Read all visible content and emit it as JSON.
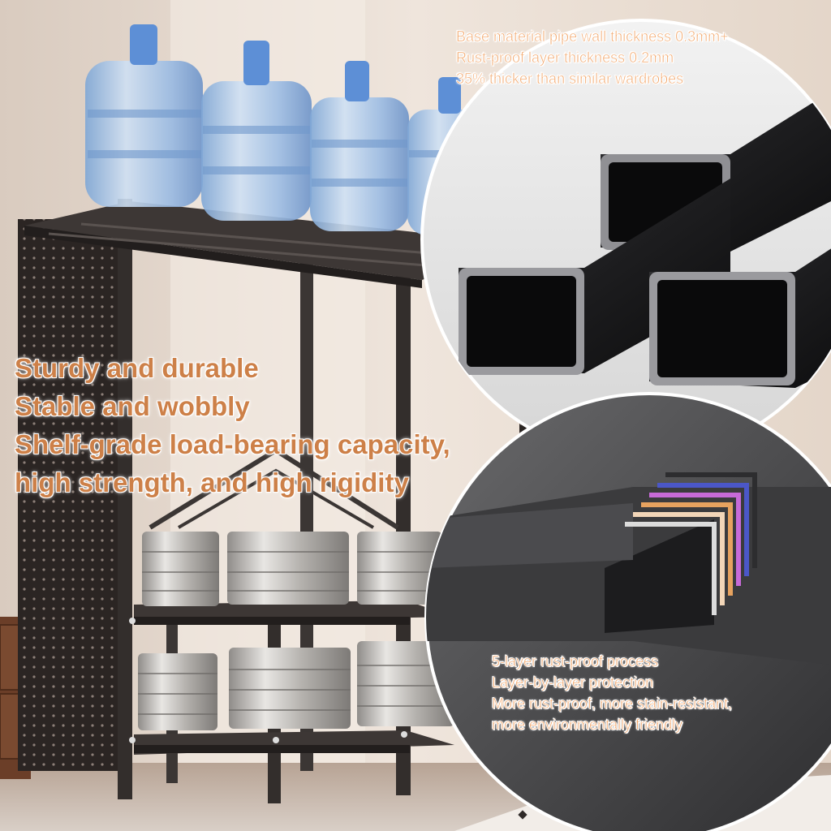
{
  "captions": {
    "top": [
      "Base material pipe wall thickness 0.3mm+",
      "Rust-proof layer thickness 0.2mm",
      "35% thicker than similar wardrobes"
    ],
    "left": [
      "Sturdy and durable",
      "Stable and wobbly",
      "Shelf-grade load-bearing capacity,",
      "high strength, and high rigidity"
    ],
    "bottom": [
      "5-layer rust-proof process",
      "Layer-by-layer protection",
      "More rust-proof, more stain-resistant,",
      "more environmentally friendly"
    ]
  },
  "colors": {
    "caption_text": "#cd8048",
    "caption_outline": "#ffffff",
    "frame": "#2e2a29",
    "wall": "#e9ddd4"
  },
  "icons": [
    "water-jug-icon",
    "steel-tube-icon",
    "cookware-pot-icon"
  ]
}
